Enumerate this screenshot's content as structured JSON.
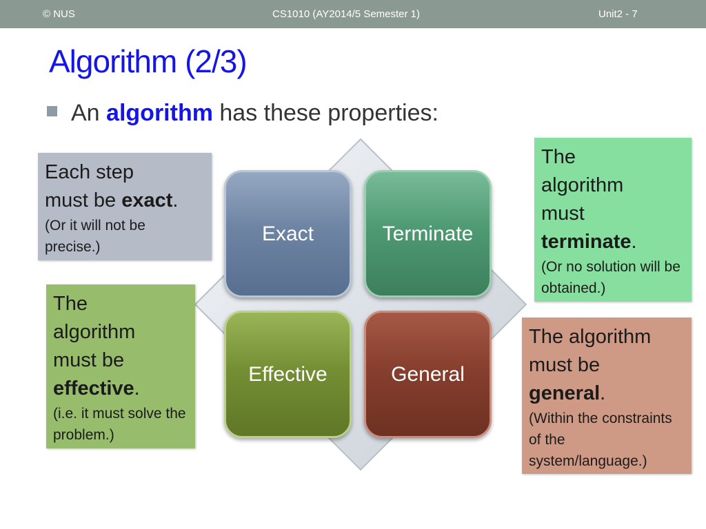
{
  "header": {
    "left": "© NUS",
    "center": "CS1010 (AY2014/5 Semester 1)",
    "right": "Unit2 - 7"
  },
  "slide": {
    "title": "Algorithm (2/3)",
    "bullet": {
      "pre": "An ",
      "keyword": "algorithm",
      "post": " has these properties:"
    }
  },
  "tiles": {
    "exact": "Exact",
    "terminate": "Terminate",
    "effective": "Effective",
    "general": "General"
  },
  "callouts": {
    "exact": {
      "line1": "Each step",
      "line2_pre": "must be ",
      "bold": "exact",
      "end": ".",
      "note": "(Or it will not be precise.)"
    },
    "terminate": {
      "line1": "The",
      "line2": "algorithm",
      "line3": "must",
      "bold": "terminate",
      "end": ".",
      "note": "(Or no solution will be obtained.)"
    },
    "effective": {
      "line1": "The",
      "line2": "algorithm",
      "line3": "must be",
      "bold": "effective",
      "end": ".",
      "note": "(i.e. it must solve the problem.)"
    },
    "general": {
      "line1": "The algorithm",
      "line2": "must be",
      "bold": "general",
      "end": ".",
      "note": "(Within the constraints of the system/language.)"
    }
  },
  "colors": {
    "title": "#1515e6",
    "header_bg": "#8a9a92",
    "exact": "#6e84a3",
    "terminate": "#4e9a73",
    "effective": "#758f35",
    "general": "#873f2e"
  }
}
